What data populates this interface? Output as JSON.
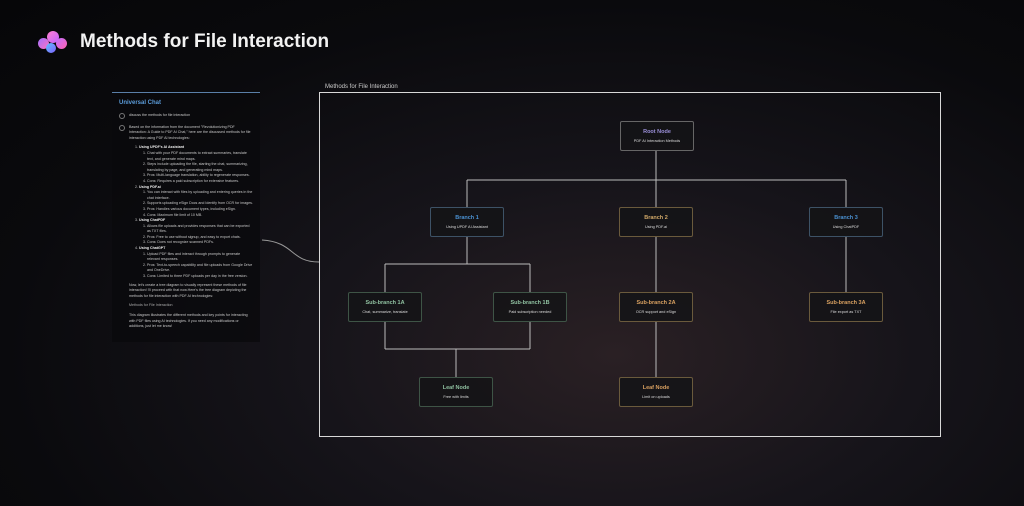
{
  "header": {
    "title": "Methods for File Interaction"
  },
  "chat": {
    "title": "Universal Chat",
    "user_message": "discuss the methods for file interaction",
    "intro": "Based on the information from the document \"Revolutionizing PDF Interaction: A Guide to PDF AI Chat,\" here are the discussed methods for file interaction using PDF AI technologies:",
    "methods": [
      {
        "name": "Using UPDF's AI Assistant",
        "points": [
          "Chat with your PDF documents to extract summaries, translate text, and generate mind maps.",
          "Steps include uploading the file, starting the chat, summarizing, translating by page, and generating mind maps.",
          "Pros: Multi-language translation, ability to regenerate responses.",
          "Cons: Requires a paid subscription for extensive features."
        ]
      },
      {
        "name": "Using PDF.ai",
        "points": [
          "You can interact with files by uploading and entering queries in the chat interface.",
          "Supports uploading eSign Docs and Identify from OCR for images.",
          "Pros: Handles various document types, including eSign.",
          "Cons: Maximum file limit of 10 MB."
        ]
      },
      {
        "name": "Using ChatPDF",
        "points": [
          "Allows file uploads and provides responses that can be exported as TXT files.",
          "Pros: Free to use without signup, and easy to export chats.",
          "Cons: Does not recognize scanned PDFs."
        ]
      },
      {
        "name": "Using ChatGPT",
        "points": [
          "Upload PDF files and interact through prompts to generate relevant responses.",
          "Pros: Text-to-speech capability and file uploads from Google Drive and OneDrive.",
          "Cons: Limited to three PDF uploads per day in the free version."
        ]
      }
    ],
    "outro": "Now, let's create a tree diagram to visually represent these methods of file interaction! I'll proceed with that now.Here's the tree diagram depicting the methods for file interaction with PDF AI technologies:",
    "diagram_link": "Methods for File Interaction",
    "closing": "This diagram illustrates the different methods and key points for interacting with PDF files using AI technologies. If you need any modifications or additions, just let me know!"
  },
  "diagram": {
    "label": "Methods for File Interaction",
    "nodes": {
      "root": {
        "title": "Root Node",
        "sub": "PDF AI Interaction Methods",
        "color": "#9a8fd8"
      },
      "b1": {
        "title": "Branch 1",
        "sub": "Using UPDF AI Assistant",
        "color": "#4a90d0"
      },
      "b2": {
        "title": "Branch 2",
        "sub": "Using PDF.ai",
        "color": "#d0a868"
      },
      "b3": {
        "title": "Branch 3",
        "sub": "Using ChatPDF",
        "color": "#4a90d0"
      },
      "s1a": {
        "title": "Sub-branch 1A",
        "sub": "Chat, summarize, translate",
        "color": "#8fc0a0"
      },
      "s1b": {
        "title": "Sub-branch 1B",
        "sub": "Paid subscription needed",
        "color": "#8fc0a0"
      },
      "s2a": {
        "title": "Sub-branch 2A",
        "sub": "OCR support and eSign",
        "color": "#d8a060"
      },
      "s3a": {
        "title": "Sub-branch 3A",
        "sub": "File export as TXT",
        "color": "#d8a060"
      },
      "l1": {
        "title": "Leaf Node",
        "sub": "Free with limits",
        "color": "#8fc0a0"
      },
      "l2": {
        "title": "Leaf Node",
        "sub": "Limit on uploads",
        "color": "#d8a060"
      }
    }
  }
}
